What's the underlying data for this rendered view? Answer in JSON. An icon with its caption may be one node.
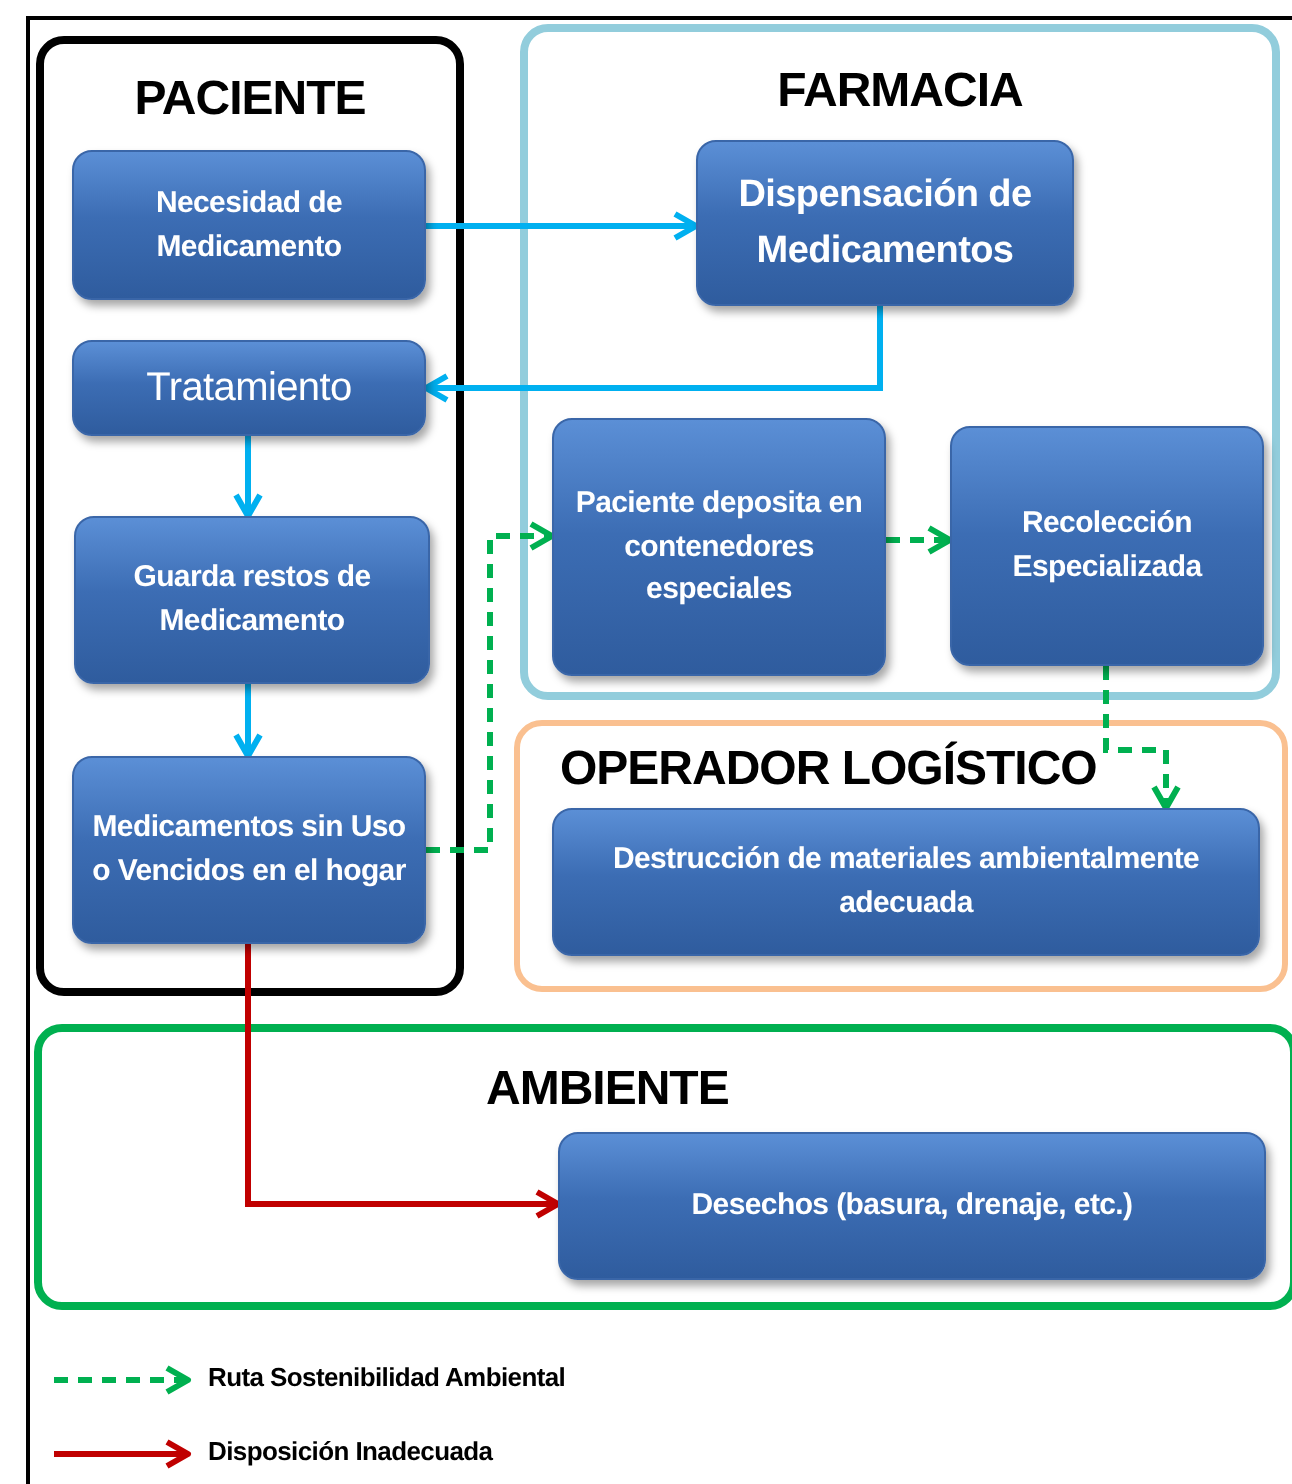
{
  "diagram": {
    "nodes": [
      {
        "text": [
          "PACIENTE"
        ]
      },
      {
        "text": [
          "Necesidad de Medicamento"
        ],
        "in": 0
      },
      {
        "text": [
          "Tratamiento"
        ],
        "in": 0
      },
      {
        "text": [
          "Guarda restos de Medicamento"
        ],
        "in": 0
      },
      {
        "text": [
          "Medicamentos sin Uso o Vencidos en el hogar"
        ],
        "in": 0
      },
      {
        "text": [
          "FARMACIA"
        ]
      },
      {
        "text": [
          "Dispensación de Medicamentos"
        ],
        "in": 5
      },
      {
        "text": [
          "Paciente deposita en contenedores especiales"
        ],
        "in": 5
      },
      {
        "text": [
          "Recolección Especializada"
        ],
        "in": 5
      },
      {
        "text": [
          "OPERADOR LOGÍSTICO"
        ]
      },
      {
        "text": [
          "Destrucción de materiales ambientalmente adecuada"
        ],
        "in": 9
      },
      {
        "text": [
          "AMBIENTE"
        ]
      },
      {
        "text": [
          "Desechos (basura, drenaje, etc.)"
        ],
        "in": 11
      }
    ],
    "edges": [
      {
        "from": 1,
        "to": 6,
        "arrow": "to"
      },
      {
        "from": 6,
        "to": 2,
        "arrow": "to"
      },
      {
        "from": 2,
        "to": 3,
        "arrow": "to"
      },
      {
        "from": 3,
        "to": 4,
        "arrow": "to"
      },
      {
        "from": 4,
        "to": 7,
        "arrow": "to",
        "style": "dashed",
        "color": "#00b050"
      },
      {
        "from": 7,
        "to": 8,
        "arrow": "to",
        "style": "dashed",
        "color": "#00b050"
      },
      {
        "from": 8,
        "to": 10,
        "arrow": "to",
        "style": "dashed",
        "color": "#00b050"
      },
      {
        "from": 4,
        "to": 12,
        "arrow": "to",
        "color": "#c00000"
      }
    ],
    "legend": [
      {
        "text": "Ruta Sostenibilidad Ambiental"
      },
      {
        "text": "Disposición Inadecuada"
      }
    ]
  }
}
